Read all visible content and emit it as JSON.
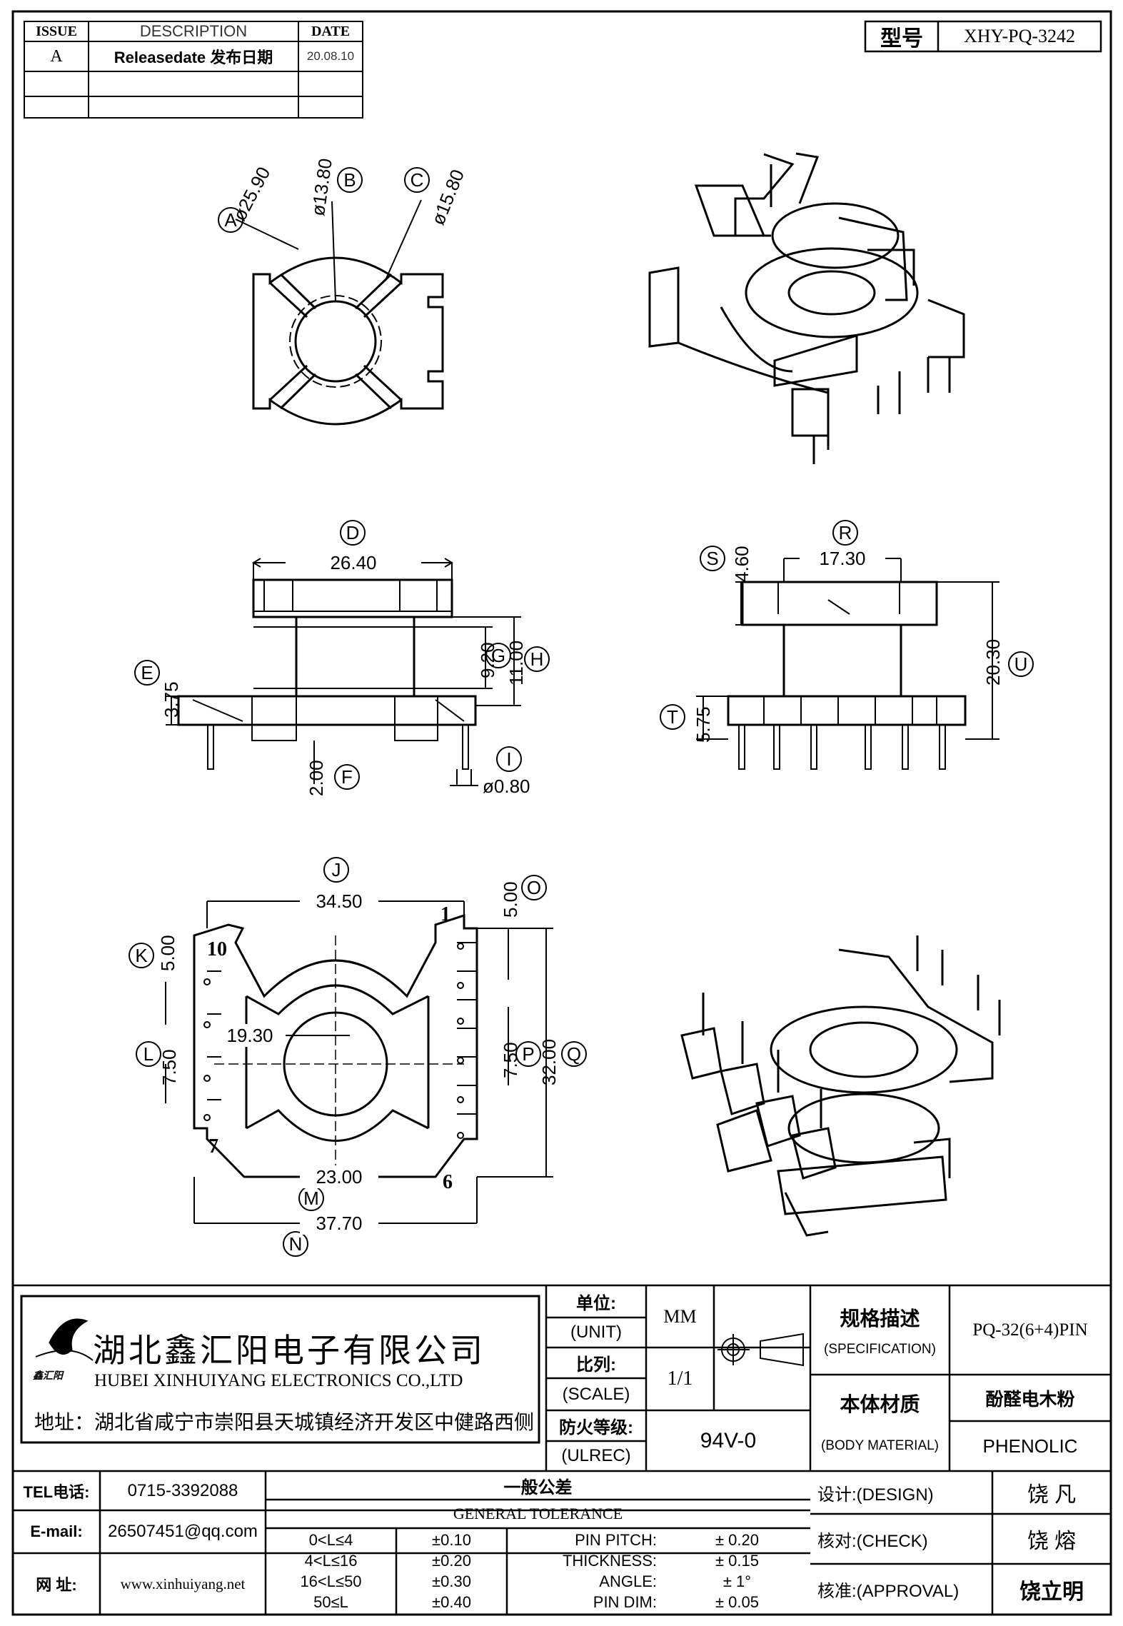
{
  "revision_table": {
    "headers": {
      "issue": "ISSUE",
      "description": "DESCRIPTION",
      "date": "DATE"
    },
    "rows": [
      {
        "issue": "A",
        "description": "Releasedate 发布日期",
        "date": "20.08.10"
      }
    ]
  },
  "model": {
    "label": "型号",
    "value": "XHY-PQ-3242"
  },
  "views": {
    "top": {
      "dims": {
        "A": "ø25.90",
        "B": "ø13.80",
        "C": "ø15.80"
      }
    },
    "front": {
      "dims": {
        "D": "26.40",
        "E": "3.75",
        "F": "2.00",
        "G": "9.20",
        "H": "11.00",
        "I": "ø0.80"
      }
    },
    "side": {
      "dims": {
        "R": "17.30",
        "S": "4.60",
        "T": "5.75",
        "U": "20.30"
      }
    },
    "bottom": {
      "dims": {
        "J": "34.50",
        "K": "5.00",
        "L": "7.50",
        "M": "23.00",
        "N": "37.70",
        "O": "5.00",
        "P": "7.50",
        "Q": "32.00",
        "center": "19.30"
      },
      "pins": {
        "p1": "1",
        "p6": "6",
        "p7": "7",
        "p10": "10"
      }
    },
    "callouts": [
      "A",
      "B",
      "C",
      "D",
      "E",
      "F",
      "G",
      "H",
      "I",
      "J",
      "K",
      "L",
      "M",
      "N",
      "O",
      "P",
      "Q",
      "R",
      "S",
      "T",
      "U"
    ]
  },
  "company": {
    "name_cn": "湖北鑫汇阳电子有限公司",
    "name_en": "HUBEI XINHUIYANG ELECTRONICS CO.,LTD",
    "address": "地址：湖北省咸宁市崇阳县天城镇经济开发区中健路西侧",
    "logo_text": "鑫汇阳"
  },
  "title_block": {
    "unit_cn": "单位:",
    "unit_en": "(UNIT)",
    "unit_value": "MM",
    "scale_cn": "比列:",
    "scale_en": "(SCALE)",
    "scale_value": "1/1",
    "fire_cn": "防火等级:",
    "fire_en": "(ULREC)",
    "fire_value": "94V-0",
    "spec_cn": "规格描述",
    "spec_en": "(SPECIFICATION)",
    "spec_value": "PQ-32(6+4)PIN",
    "material_cn": "本体材质",
    "material_en": "(BODY MATERIAL)",
    "material_value_cn": "酚醛电木粉",
    "material_value_en": "PHENOLIC"
  },
  "contact": {
    "tel_label": "TEL电话:",
    "tel": "0715-3392088",
    "email_label": "E-mail:",
    "email": "26507451@qq.com",
    "web_label": "网   址:",
    "web": "www.xinhuiyang.net"
  },
  "tolerance": {
    "title_cn": "一般公差",
    "title_en": "GENERAL TOLERANCE",
    "ranges": [
      {
        "range": "0<L≤4",
        "tol": "±0.10"
      },
      {
        "range": "4<L≤16",
        "tol": "±0.20"
      },
      {
        "range": "16<L≤50",
        "tol": "±0.30"
      },
      {
        "range": "50≤L",
        "tol": "±0.40"
      }
    ],
    "items": [
      {
        "label": "PIN PITCH:",
        "value": "± 0.20"
      },
      {
        "label": "THICKNESS:",
        "value": "± 0.15"
      },
      {
        "label": "ANGLE:",
        "value": "± 1°"
      },
      {
        "label": "PIN DIM:",
        "value": "± 0.05"
      }
    ]
  },
  "approval": {
    "design_label": "设计:(DESIGN)",
    "design_name": "饶  凡",
    "check_label": "核对:(CHECK)",
    "check_name": "饶  熔",
    "approve_label": "核准:(APPROVAL)",
    "approve_name": "饶立明"
  }
}
